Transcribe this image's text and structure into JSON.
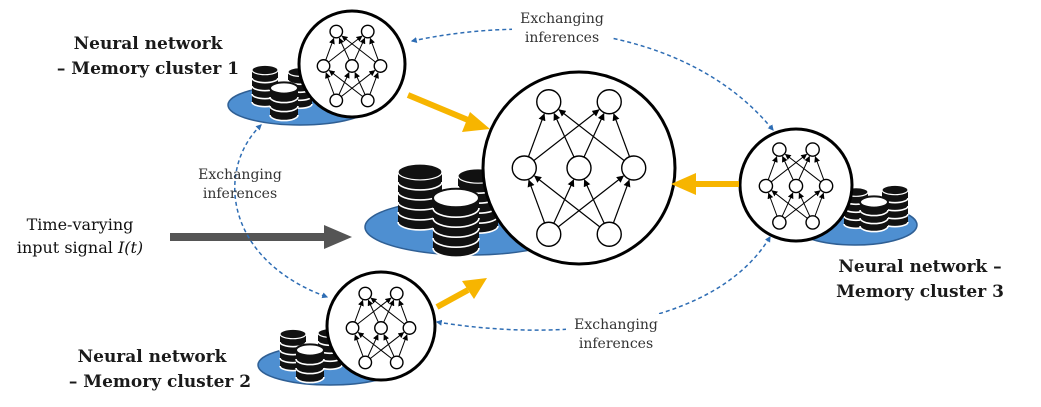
{
  "colors": {
    "platform_fill": "#4e8fd1",
    "platform_stroke": "#2f5f94",
    "dashed_arrow": "#2e6db4",
    "yellow_arrow": "#f7b500",
    "input_arrow": "#555555",
    "node_stroke": "#000000",
    "disk_dark": "#111111"
  },
  "labels": {
    "cluster1_line1": "Neural network",
    "cluster1_line2": "– Memory cluster 1",
    "cluster2_line1": "Neural network",
    "cluster2_line2": "– Memory cluster 2",
    "cluster3_line1": "Neural network –",
    "cluster3_line2": "Memory cluster 3",
    "exchange_top_line1": "Exchanging",
    "exchange_top_line2": "inferences",
    "exchange_left_line1": "Exchanging",
    "exchange_left_line2": "inferences",
    "exchange_bottom_line1": "Exchanging",
    "exchange_bottom_line2": "inferences",
    "input_line1": "Time-varying",
    "input_line2": "input signal ",
    "input_symbol": "I(t)"
  }
}
